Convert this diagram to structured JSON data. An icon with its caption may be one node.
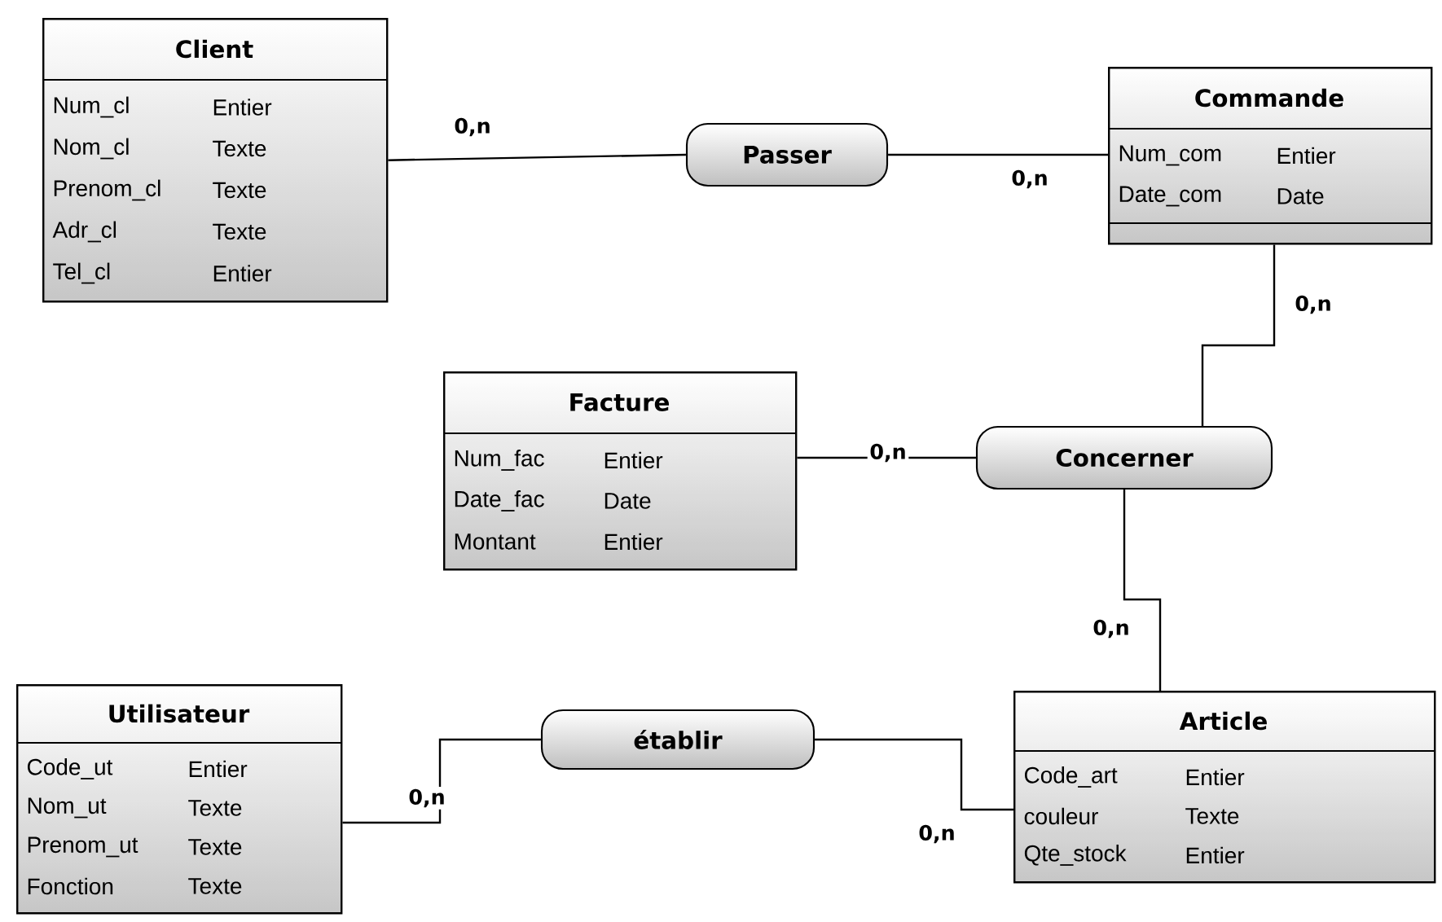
{
  "diagram": {
    "nodes": [
      {
        "text": [
          "Client",
          "Num_cl",
          "Entier",
          "Nom_cl",
          "Texte",
          "Prenom_cl",
          "Texte",
          "Adr_cl",
          "Texte",
          "Tel_cl",
          "Entier"
        ]
      },
      {
        "text": [
          "Passer"
        ]
      },
      {
        "text": [
          "Commande",
          "Num_com",
          "Entier",
          "Date_com",
          "Date"
        ]
      },
      {
        "text": [
          "Facture",
          "Num_fac",
          "Entier",
          "Date_fac",
          "Date",
          "Montant",
          "Entier"
        ]
      },
      {
        "text": [
          "Concerner"
        ]
      },
      {
        "text": [
          "Utilisateur",
          "Code_ut",
          "Entier",
          "Nom_ut",
          "Texte",
          "Prenom_ut",
          "Texte",
          "Fonction",
          "Texte"
        ]
      },
      {
        "text": [
          "établir"
        ]
      },
      {
        "text": [
          "Article",
          "Code_art",
          "Entier",
          "couleur",
          "Texte",
          "Qte_stock",
          "Entier"
        ]
      }
    ],
    "edges": [
      {
        "from": 0,
        "to": 1,
        "arrow": "none",
        "label": "0,n"
      },
      {
        "from": 1,
        "to": 2,
        "arrow": "none",
        "label": "0,n"
      },
      {
        "from": 2,
        "to": 4,
        "arrow": "none",
        "label": "0,n"
      },
      {
        "from": 3,
        "to": 4,
        "arrow": "none",
        "label": "0,n"
      },
      {
        "from": 4,
        "to": 7,
        "arrow": "none",
        "label": "0,n"
      },
      {
        "from": 6,
        "to": 5,
        "arrow": "none",
        "label": "0,n"
      },
      {
        "from": 6,
        "to": 7,
        "arrow": "none",
        "label": "0,n"
      }
    ]
  }
}
